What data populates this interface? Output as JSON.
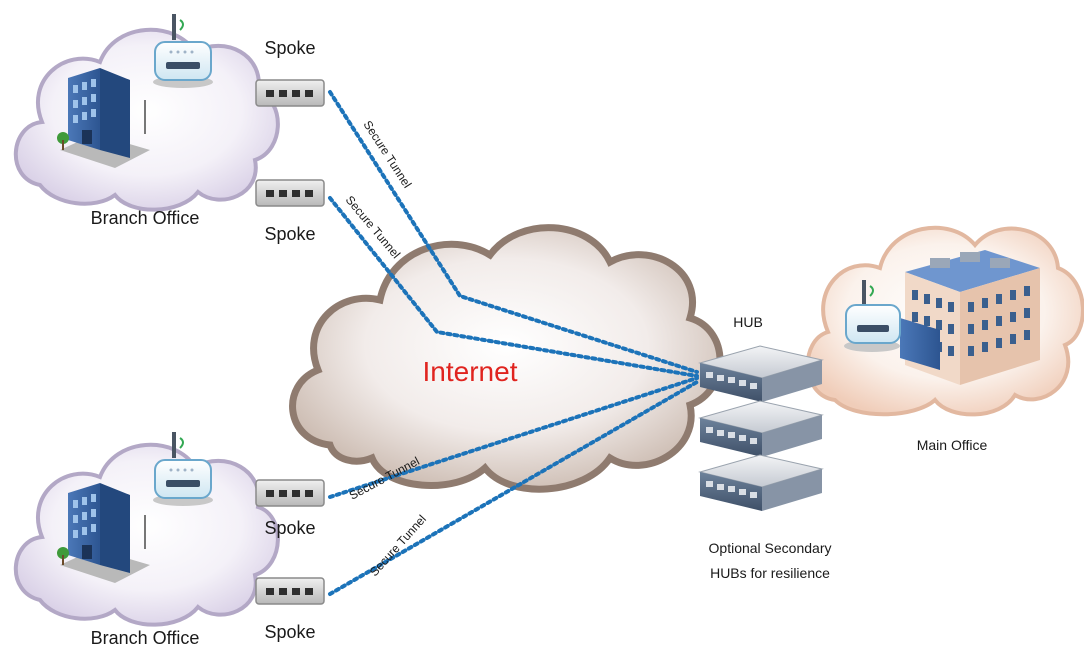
{
  "internet": {
    "label": "Internet",
    "label_color": "#e0241f",
    "cloud_fill": "#c9b8ad",
    "cloud_stroke": "#8f7b6f"
  },
  "branch_top": {
    "label": "Branch Office",
    "cloud_fill": "#e6e0ef",
    "cloud_stroke": "#b3a8c6"
  },
  "branch_bottom": {
    "label": "Branch Office",
    "cloud_fill": "#e6e0ef",
    "cloud_stroke": "#b3a8c6"
  },
  "main_office": {
    "label": "Main Office",
    "cloud_fill": "#f6e4d9",
    "cloud_stroke": "#e2b8a0"
  },
  "spokes": [
    {
      "label": "Spoke"
    },
    {
      "label": "Spoke"
    },
    {
      "label": "Spoke"
    },
    {
      "label": "Spoke"
    }
  ],
  "tunnels": [
    {
      "label": "Secure Tunnel"
    },
    {
      "label": "Secure Tunnel"
    },
    {
      "label": "Secure Tunnel"
    },
    {
      "label": "Secure Tunnel"
    }
  ],
  "hub": {
    "label": "HUB",
    "secondary_line1": "Optional Secondary",
    "secondary_line2": "HUBs for resilience"
  },
  "colors": {
    "tunnel": "#1c73b9",
    "hub_body": "#5b6f86",
    "spoke_body": "#d4d4d4"
  }
}
